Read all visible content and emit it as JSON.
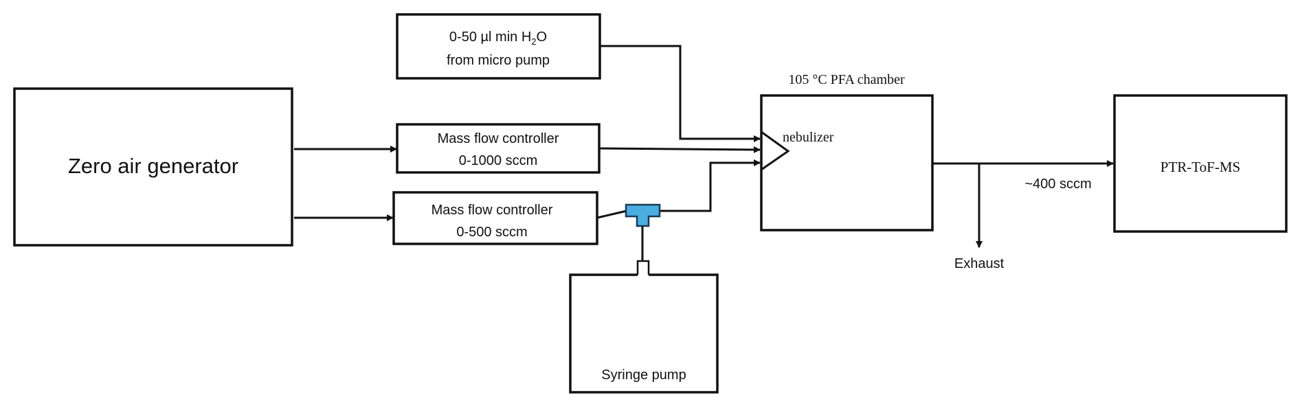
{
  "diagram": {
    "zero_air": {
      "label": "Zero air generator"
    },
    "micro_pump": {
      "line1_pre": "0-50 µl min H",
      "line1_sub": "2",
      "line1_post": "O",
      "line2": "from micro pump"
    },
    "mfc1": {
      "line1": "Mass flow controller",
      "line2": "0-1000 sccm"
    },
    "mfc2": {
      "line1": "Mass flow controller",
      "line2": "0-500 sccm"
    },
    "syringe_pump": {
      "label": "Syringe pump"
    },
    "chamber": {
      "title": "105 °C PFA chamber",
      "nebulizer": "nebulizer"
    },
    "outlet": {
      "flow": "~400 sccm",
      "exhaust": "Exhaust"
    },
    "ptr": {
      "label": "PTR-ToF-MS"
    },
    "colors": {
      "tee_fitting": "#4aaee0",
      "lines": "#111111"
    }
  }
}
